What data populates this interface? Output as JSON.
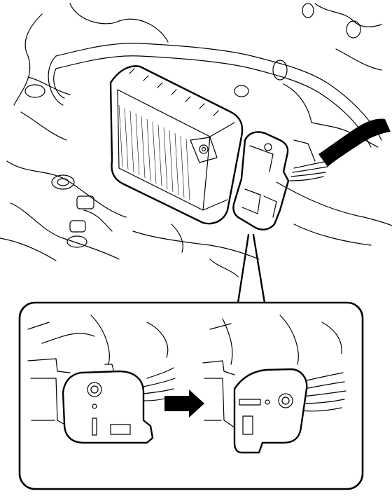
{
  "figure": {
    "colors": {
      "line": "#000000",
      "background": "#ffffff"
    },
    "icons": [
      "ecu-module",
      "wire-harness",
      "connector-bracket",
      "detail-callout",
      "right-arrow"
    ]
  }
}
